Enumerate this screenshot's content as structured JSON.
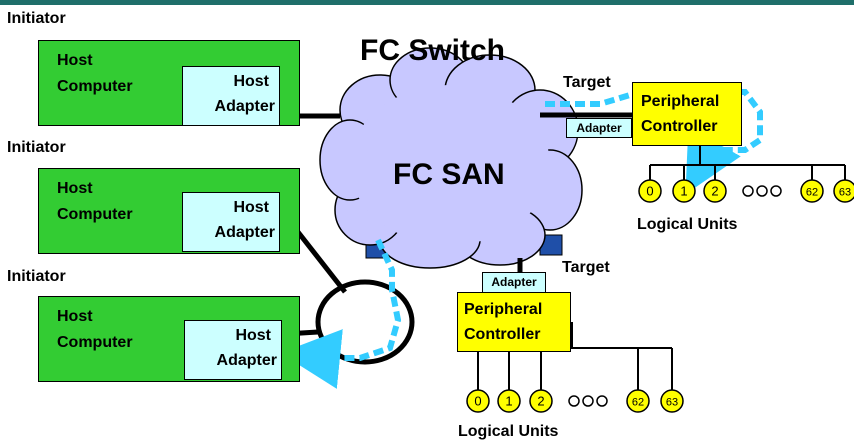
{
  "title": "FC Switch",
  "cloud_label": "FC SAN",
  "initiators": [
    {
      "label": "Initiator",
      "host_line1": "Host",
      "host_line2": "Computer",
      "adapter_line1": "Host",
      "adapter_line2": "Adapter"
    },
    {
      "label": "Initiator",
      "host_line1": "Host",
      "host_line2": "Computer",
      "adapter_line1": "Host",
      "adapter_line2": "Adapter"
    },
    {
      "label": "Initiator",
      "host_line1": "Host",
      "host_line2": "Computer",
      "adapter_line1": "Host",
      "adapter_line2": "Adapter"
    }
  ],
  "targets": [
    {
      "label": "Target",
      "adapter": "Adapter",
      "controller_line1": "Peripheral",
      "controller_line2": "Controller",
      "units": [
        "0",
        "1",
        "2",
        "ooo",
        "62",
        "63"
      ],
      "units_label": "Logical Units"
    },
    {
      "label": "Target",
      "adapter": "Adapter",
      "controller_line1": "Peripheral",
      "controller_line2": "Controller",
      "units": [
        "0",
        "1",
        "2",
        "ooo",
        "62",
        "63"
      ],
      "units_label": "Logical Units"
    }
  ],
  "colors": {
    "header_bar": "#1f6f6a",
    "host": "#33cc33",
    "adapter": "#ccffff",
    "controller": "#ffff00",
    "cloud": "#c8c8ff",
    "path": "#33ccff"
  }
}
